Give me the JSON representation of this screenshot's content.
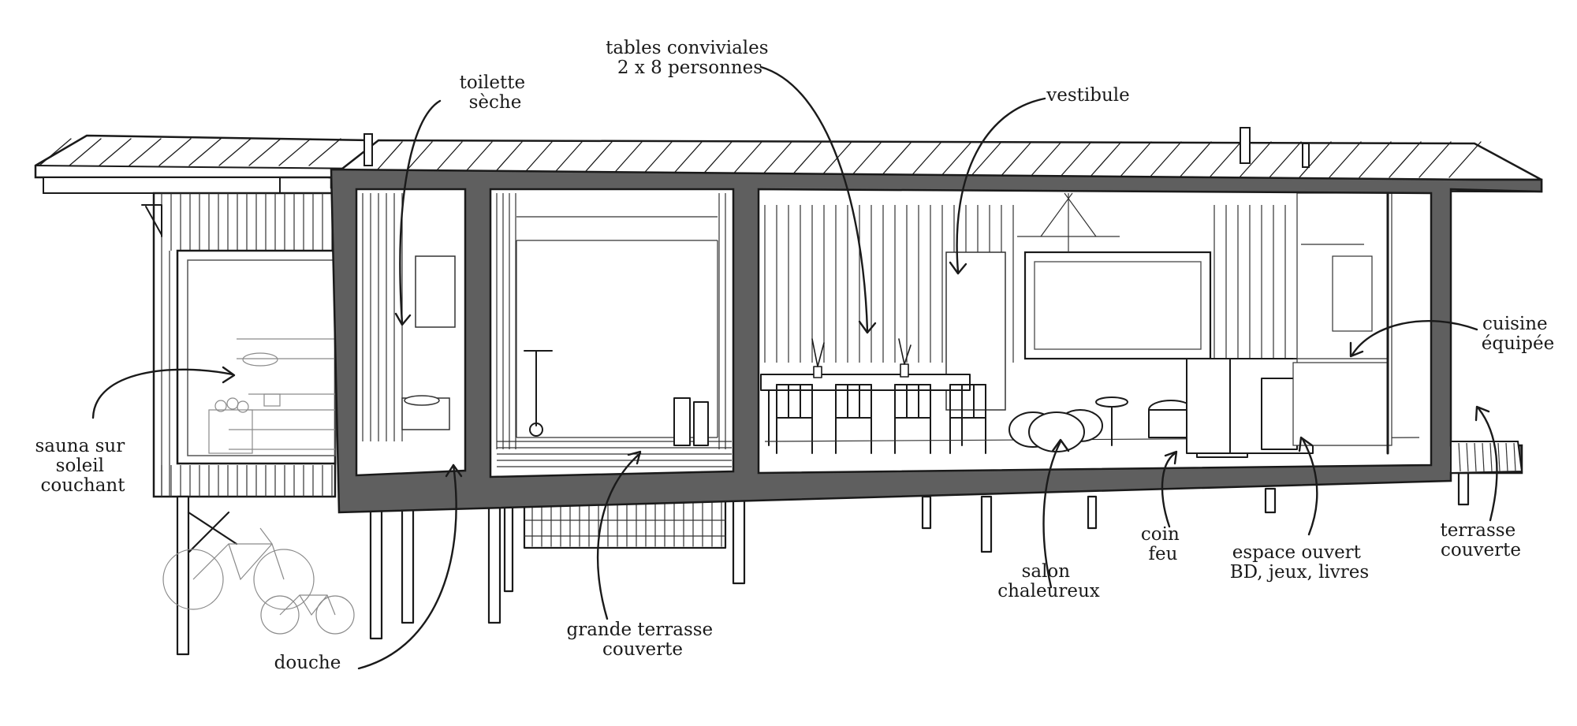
{
  "colors": {
    "ink": "#1a1a1a",
    "cut_wall": "#5f5f5f",
    "background": "#ffffff",
    "faint_line": "#8a8a8a"
  },
  "labels": {
    "toilette": [
      "toilette",
      "sèche"
    ],
    "tables": [
      "tables conviviales",
      "2 x 8 personnes"
    ],
    "vestibule": [
      "vestibule"
    ],
    "cuisine": [
      "cuisine",
      "équipée"
    ],
    "sauna": [
      "sauna sur",
      "soleil",
      "couchant"
    ],
    "douche": [
      "douche"
    ],
    "terrasse_grande": [
      "grande terrasse",
      "couverte"
    ],
    "salon": [
      "salon",
      "chaleureux"
    ],
    "coin_feu": [
      "coin",
      "feu"
    ],
    "espace": [
      "espace ouvert",
      "BD, jeux, livres"
    ],
    "terrasse": [
      "terrasse",
      "couverte"
    ]
  }
}
